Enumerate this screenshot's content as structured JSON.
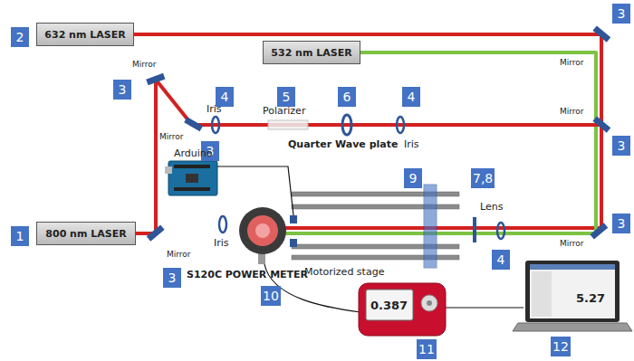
{
  "diagram": {
    "nodes": [
      {
        "text": [
          "632 nm LASER"
        ]
      },
      {
        "text": [
          "532 nm LASER"
        ]
      },
      {
        "text": [
          "800 nm LASER"
        ]
      }
    ],
    "labels": [
      "1",
      "2",
      "3",
      "Mirror",
      "3",
      "Mirror",
      "3",
      "Mirror",
      "3",
      "Mirror",
      "3",
      "Mirror",
      "3",
      "Mirror",
      "4",
      "Iris",
      "5",
      "Polarizer",
      "6",
      "Quarter Wave plate",
      "4",
      "Iris",
      "9",
      "7,8",
      "Lens",
      "4",
      "Arduino",
      "Iris",
      "S120C POWER METER",
      "Motorized stage",
      "10",
      "11",
      "12",
      "0.387",
      "5.27"
    ]
  }
}
